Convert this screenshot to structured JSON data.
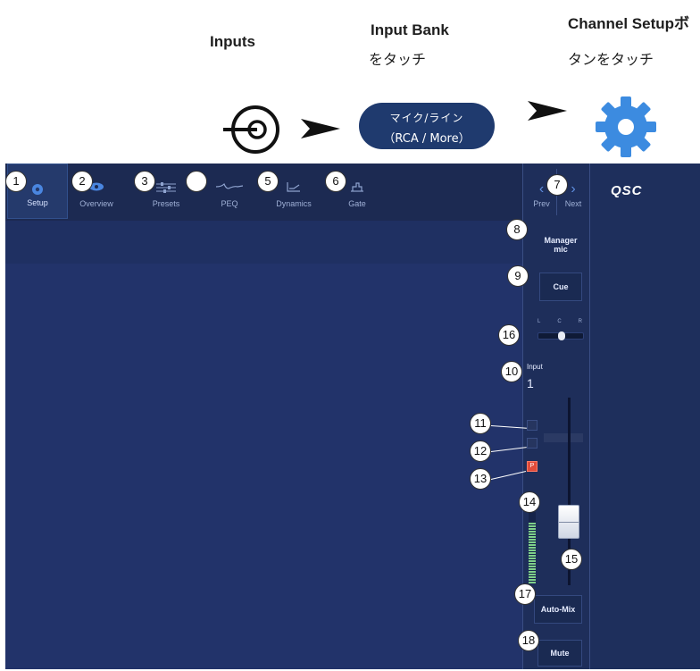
{
  "instructions": {
    "step1_title": "Inputs",
    "step2_line1": "Input Bank",
    "step2_line2": "をタッチ",
    "step3_line1": "Channel Setupボ",
    "step3_line2": "タンをタッチ",
    "bank_button": {
      "line1": "マイク/ライン",
      "line2": "（RCA / More）"
    }
  },
  "tabs": [
    {
      "label": "Setup",
      "icon": "gear-icon",
      "callout": "1",
      "active": true
    },
    {
      "label": "Overview",
      "icon": "eye-icon",
      "callout": "2"
    },
    {
      "label": "Presets",
      "icon": "sliders-icon",
      "callout": "3"
    },
    {
      "label": "PEQ",
      "icon": "peq-curve-icon",
      "callout": ""
    },
    {
      "label": "Dynamics",
      "icon": "dynamics-icon",
      "callout": "5"
    },
    {
      "label": "Gate",
      "icon": "gate-icon",
      "callout": "6"
    }
  ],
  "nav": {
    "prev": "Prev",
    "next": "Next",
    "callout": "7"
  },
  "brand": "QSC",
  "channel": {
    "name": "Manager mic",
    "cue_label": "Cue",
    "pan_ticks": [
      "L",
      "C",
      "R"
    ],
    "input_label": "Input",
    "input_number": "1",
    "phantom_label": "P",
    "meter_level_fraction": 0.85,
    "fader_level_fraction": 0.3,
    "automix_label": "Auto-Mix",
    "mute_label": "Mute"
  },
  "callouts": {
    "name": "8",
    "cue": "9",
    "input": "10",
    "ind11": "11",
    "ind12": "12",
    "ind13": "13",
    "meter": "14",
    "fader": "15",
    "pan": "16",
    "automix": "17",
    "mute": "18"
  },
  "colors": {
    "panel": "#1e2e5a",
    "accent": "#3c8be0",
    "pill": "#1f3a6e",
    "phantom": "#e04b3a"
  }
}
